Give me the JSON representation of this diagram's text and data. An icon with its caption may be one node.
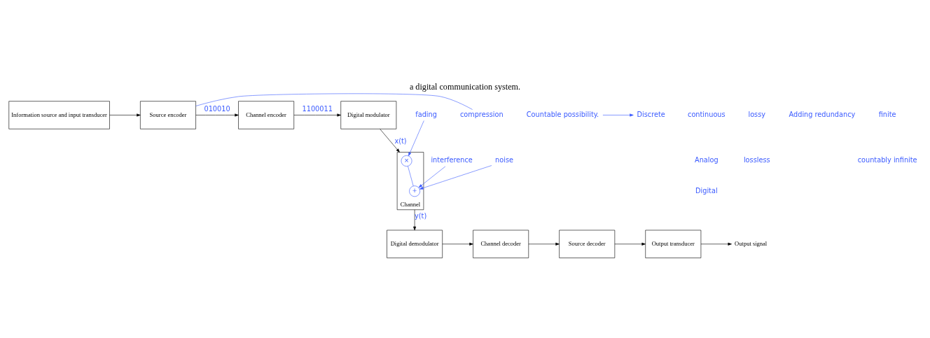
{
  "diagram": {
    "caption": "a digital communication system.",
    "nodes": [
      {
        "text": [
          "Information source and input transducer"
        ]
      },
      {
        "text": [
          "Source encoder"
        ]
      },
      {
        "text": [
          "Channel encoder"
        ]
      },
      {
        "text": [
          "Digital modulator"
        ]
      },
      {
        "text": [
          "Channel"
        ]
      },
      {
        "text": [
          "×"
        ],
        "in": 4
      },
      {
        "text": [
          "+"
        ],
        "in": 4
      },
      {
        "text": [
          "fading"
        ]
      },
      {
        "text": [
          "interference"
        ]
      },
      {
        "text": [
          "noise"
        ]
      },
      {
        "text": [
          "Digital demodulator"
        ]
      },
      {
        "text": [
          "Channel decoder"
        ]
      },
      {
        "text": [
          "Source decoder"
        ]
      },
      {
        "text": [
          "Output transducer"
        ]
      },
      {
        "text": [
          "Output signal"
        ]
      },
      {
        "text": [
          "compression"
        ]
      },
      {
        "text": [
          "Discrete"
        ]
      },
      {
        "text": [
          "Countable possibility."
        ]
      }
    ],
    "edges": [
      {
        "from": 0,
        "to": 1,
        "arrow": "to"
      },
      {
        "from": 1,
        "to": 2,
        "arrow": "to",
        "label": "010010"
      },
      {
        "from": 2,
        "to": 3,
        "arrow": "to",
        "label": "1100011"
      },
      {
        "from": 3,
        "to": 4,
        "arrow": "to",
        "label": "x(t)"
      },
      {
        "from": 4,
        "to": 10,
        "arrow": "to",
        "label": "y(t)"
      },
      {
        "from": 10,
        "to": 11,
        "arrow": "to"
      },
      {
        "from": 11,
        "to": 12,
        "arrow": "to"
      },
      {
        "from": 12,
        "to": 13,
        "arrow": "to"
      },
      {
        "from": 13,
        "to": 14,
        "arrow": "to"
      },
      {
        "from": 7,
        "to": 5,
        "arrow": "to",
        "color": "#3b5bff"
      },
      {
        "from": 5,
        "to": 6,
        "arrow": "none",
        "color": "#3b5bff"
      },
      {
        "from": 8,
        "to": 6,
        "arrow": "to",
        "color": "#3b5bff"
      },
      {
        "from": 9,
        "to": 6,
        "arrow": "to",
        "color": "#3b5bff"
      },
      {
        "from": 15,
        "to": 1,
        "arrow": "none",
        "color": "#3b5bff"
      },
      {
        "from": 17,
        "to": 16,
        "arrow": "to",
        "color": "#3b5bff"
      }
    ],
    "labels": [
      "continuous",
      "Analog",
      "Digital",
      "lossy",
      "lossless",
      "Adding redundancy",
      "finite",
      "countably infinite"
    ]
  }
}
